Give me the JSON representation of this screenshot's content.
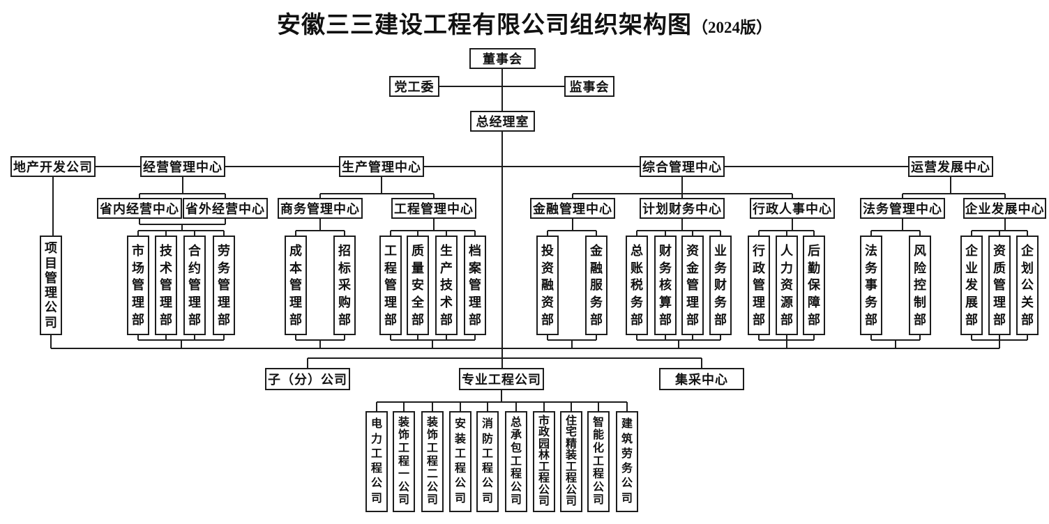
{
  "title": {
    "main": "安徽三三建设工程有限公司组织架构图",
    "suffix": "（2024版）"
  },
  "colors": {
    "line": "#1c1c1c",
    "box_border": "#1c1c1c",
    "background": "#ffffff",
    "text": "#111111"
  },
  "nodes": {
    "board": "董事会",
    "party_committee": "党工委",
    "supervisory_board": "监事会",
    "gm_office": "总经理室",
    "real_estate_co": "地产开发公司",
    "operation_center": "经营管理中心",
    "production_center": "生产管理中心",
    "general_center": "综合管理中心",
    "op_dev_center": "运营发展中心",
    "provincial_inside": "省内经营中心",
    "provincial_outside": "省外经营中心",
    "commerce_center": "商务管理中心",
    "engineering_center": "工程管理中心",
    "finance_center": "金融管理中心",
    "plan_finance_center": "计划财务中心",
    "admin_hr_center": "行政人事中心",
    "legal_center": "法务管理中心",
    "enterprise_dev_center": "企业发展中心",
    "project_mgmt_co": "项目管理公司",
    "market_dept": "市场管理部",
    "tech_dept": "技术管理部",
    "contract_dept": "合约管理部",
    "labor_dept": "劳务管理部",
    "cost_dept": "成本管理部",
    "bidding_dept": "招标采购部",
    "eng_mgmt_dept": "工程管理部",
    "quality_safety_dept": "质量安全部",
    "prod_tech_dept": "生产技术部",
    "archives_dept": "档案管理部",
    "investment_dept": "投资融资部",
    "finance_service_dept": "金融服务部",
    "ledger_tax_dept": "总账税务部",
    "fin_accounting_dept": "财务核算部",
    "fund_mgmt_dept": "资金管理部",
    "biz_finance_dept": "业务财务部",
    "admin_mgmt_dept": "行政管理部",
    "hr_dept": "人力资源部",
    "logistics_dept": "后勤保障部",
    "legal_affairs_dept": "法务事务部",
    "risk_control_dept": "风险控制部",
    "enterprise_dev_dept": "企业发展部",
    "qualification_dept": "资质管理部",
    "pr_dept": "企划公关部",
    "sub_branch_co": "子（分）公司",
    "professional_eng_co": "专业工程公司",
    "procurement_center": "集采中心",
    "electric_co": "电力工程公司",
    "decoration_co1": "装饰工程一公司",
    "decoration_co2": "装饰工程二公司",
    "installation_co": "安装工程公司",
    "fire_co": "消防工程公司",
    "general_contract_co": "总承包工程公司",
    "municipal_garden_co": "市政园林工程公司",
    "residential_deco_co": "住宅精装工程公司",
    "intelligent_co": "智能化工程公司",
    "construction_labor_co": "建筑劳务公司"
  }
}
